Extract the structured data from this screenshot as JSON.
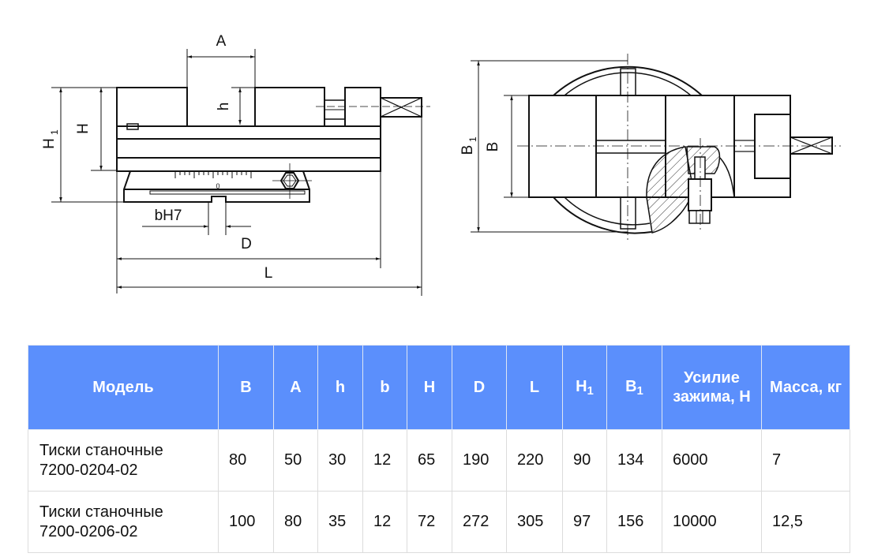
{
  "drawing": {
    "side_view_labels": {
      "A": "A",
      "h": "h",
      "H": "H",
      "H1_main": "H",
      "H1_sub": "1",
      "bH7": "bH7",
      "D": "D",
      "L": "L",
      "scale_zero": "0"
    },
    "top_view_labels": {
      "B": "B",
      "B1_main": "B",
      "B1_sub": "1"
    }
  },
  "table": {
    "header_color": "#5b8ffc",
    "columns": [
      {
        "label": "Модель"
      },
      {
        "label": "B"
      },
      {
        "label": "A"
      },
      {
        "label": "h"
      },
      {
        "label": "b"
      },
      {
        "label": "H"
      },
      {
        "label": "D"
      },
      {
        "label": "L"
      },
      {
        "label": "H",
        "sub": "1"
      },
      {
        "label": "B",
        "sub": "1"
      },
      {
        "label": "Усилие зажима, Н"
      },
      {
        "label": "Масса, кг"
      }
    ],
    "rows": [
      {
        "model_line1": "Тиски станочные",
        "model_line2": "7200-0204-02",
        "values": [
          "80",
          "50",
          "30",
          "12",
          "65",
          "190",
          "220",
          "90",
          "134",
          "6000",
          "7"
        ]
      },
      {
        "model_line1": "Тиски станочные",
        "model_line2": "7200-0206-02",
        "values": [
          "100",
          "80",
          "35",
          "12",
          "72",
          "272",
          "305",
          "97",
          "156",
          "10000",
          "12,5"
        ]
      }
    ]
  }
}
